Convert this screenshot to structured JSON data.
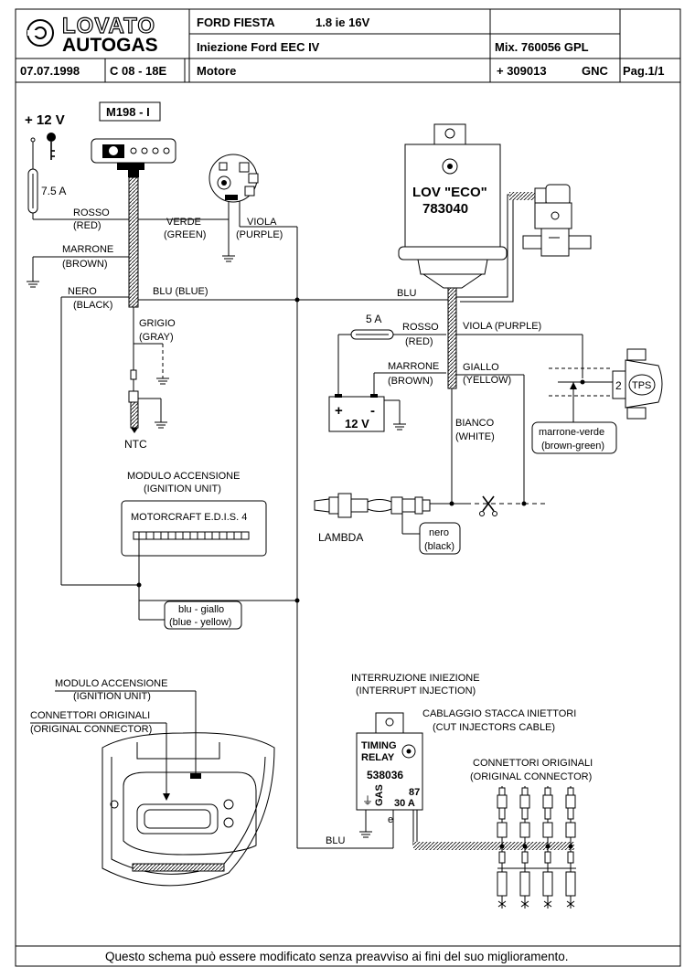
{
  "header": {
    "brand_line1": "LOVATO",
    "brand_line2": "AUTOGAS",
    "car": "FORD FIESTA",
    "engine": "1.8 ie  16V",
    "injection": "Iniezione Ford  EEC  IV",
    "mix": "Mix. 760056  GPL",
    "date": "07.07.1998",
    "code": "C 08 - 18E",
    "section": "Motore",
    "ref": "+ 309013",
    "fuel": "GNC",
    "page": "Pag.1/1"
  },
  "power": {
    "voltage": "+ 12 V",
    "fuse": "7.5 A",
    "key_icon": "key-icon"
  },
  "switch_module": {
    "label": "M198 - I"
  },
  "ecu": {
    "name": "LOV \"ECO\"",
    "code": "783040"
  },
  "wires": {
    "rosso": "ROSSO",
    "rosso_en": "(RED)",
    "marrone": "MARRONE",
    "marrone_en": "(BROWN)",
    "nero": "NERO",
    "nero_en": "(BLACK)",
    "blu": "BLU  (BLUE)",
    "blu_short": "BLU",
    "verde": "VERDE",
    "verde_en": "(GREEN)",
    "viola": "VIOLA",
    "viola_en": "(PURPLE)",
    "grigio": "GRIGIO",
    "grigio_en": "(GRAY)",
    "fuse2": "5 A",
    "rosso2": "ROSSO",
    "rosso2_en": "(RED)",
    "viola2": "VIOLA (PURPLE)",
    "marrone2": "MARRONE",
    "marrone2_en": "(BROWN)",
    "giallo": "GIALLO",
    "giallo_en": "(YELLOW)",
    "bianco": "BIANCO",
    "bianco_en": "(WHITE)",
    "blu_bottom": "BLU"
  },
  "battery": {
    "label": "12 V",
    "plus": "+",
    "minus": "-"
  },
  "tps": {
    "label": "TPS",
    "pin": "2",
    "callout1": "marrone-verde",
    "callout2": "(brown-green)"
  },
  "ntc": {
    "label": "NTC"
  },
  "lambda": {
    "label": "LAMBDA",
    "callout1": "nero",
    "callout2": "(black)"
  },
  "ignition": {
    "title1": "MODULO ACCENSIONE",
    "title2": "(IGNITION UNIT)",
    "name": "MOTORCRAFT E.D.I.S. 4",
    "callout1": "blu - giallo",
    "callout2": "(blue - yellow)"
  },
  "car_view": {
    "label1": "MODULO ACCENSIONE",
    "label2": "(IGNITION UNIT)",
    "label3": "CONNETTORI ORIGINALI",
    "label4": "(ORIGINAL CONNECTOR)"
  },
  "relay": {
    "title1": "INTERRUZIONE INIEZIONE",
    "title2": "(INTERRUPT INJECTION)",
    "name1": "TIMING",
    "name2": "RELAY",
    "code": "538036",
    "gas": "GAS",
    "pin87": "87",
    "amp": "30 A",
    "cable1": "CABLAGGIO STACCA INIETTORI",
    "cable2": "(CUT INJECTORS CABLE)",
    "conn1": "CONNETTORI ORIGINALI",
    "conn2": "(ORIGINAL CONNECTOR)"
  },
  "footer": "Questo schema può essere modificato senza preavviso ai fini del suo miglioramento."
}
